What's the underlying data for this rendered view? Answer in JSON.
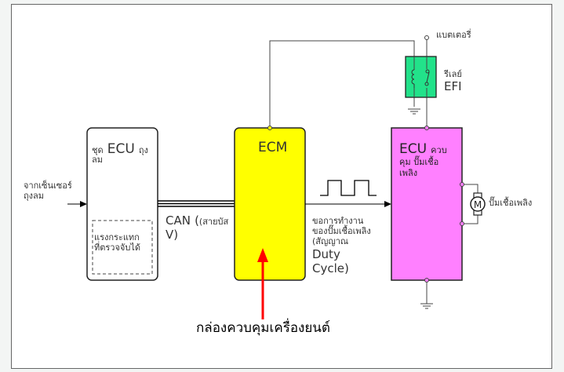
{
  "diagram": {
    "airbag_ecu": {
      "prefix": "ชุด",
      "title": "ECU",
      "suffix": "ถุง",
      "line2": "ลม",
      "inner_box": [
        "แรงกระแทก",
        "ที่ตรวจจับได้"
      ],
      "fill": "#ffffff"
    },
    "input_label": [
      "จากเซ็นเซอร์",
      "ถุงลม"
    ],
    "can_label": {
      "main": "CAN",
      "paren": "(สายบัส",
      "line2": "V)"
    },
    "ecm": {
      "title": "ECM",
      "fill": "#ffff00"
    },
    "signal_label": [
      "ขอการทำงาน",
      "ของปั๊มเชื้อเพลิง",
      "(สัญญาณ",
      "Duty",
      "Cycle)"
    ],
    "fuel_pump_ecu": {
      "title": "ECU",
      "suffix": "ควบ",
      "line2": "คุม ปั๊มเชื้อ",
      "line3": "เพลิง",
      "fill": "#ff80ff"
    },
    "battery_label": "แบตเตอรี่",
    "relay": {
      "line1": "รีเลย์",
      "line2": "EFI",
      "fill": "#22e28a"
    },
    "motor": {
      "symbol": "M",
      "label": "ปั๊มเชื้อเพลิง"
    },
    "callout": {
      "label": "กล่องควบคุมเครื่องยนต์",
      "color": "#ff0000"
    }
  }
}
